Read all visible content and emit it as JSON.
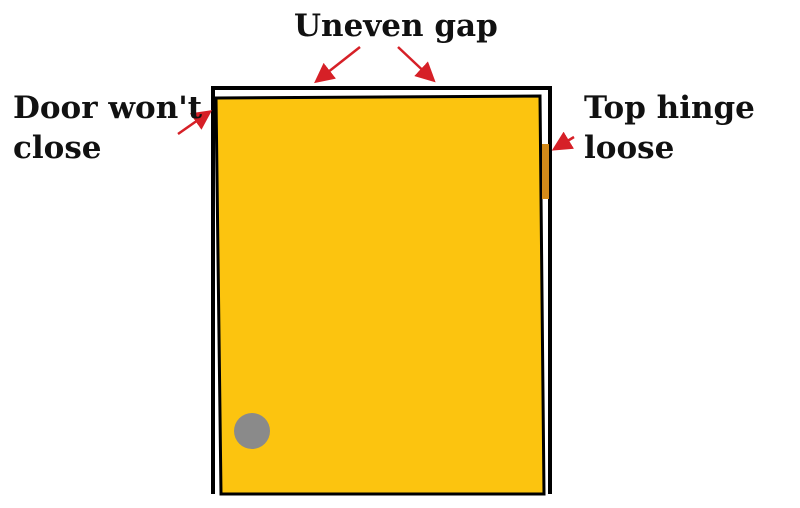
{
  "labels": {
    "top": "Uneven gap",
    "left_line1": "Door won't",
    "left_line2": "close",
    "right_line1": "Top hinge",
    "right_line2": "loose"
  },
  "colors": {
    "door": "#fcc40f",
    "frame": "#000000",
    "knob": "#8a8a8a",
    "hinge": "#d28a1a",
    "arrow": "#d62027",
    "text": "#111111"
  }
}
